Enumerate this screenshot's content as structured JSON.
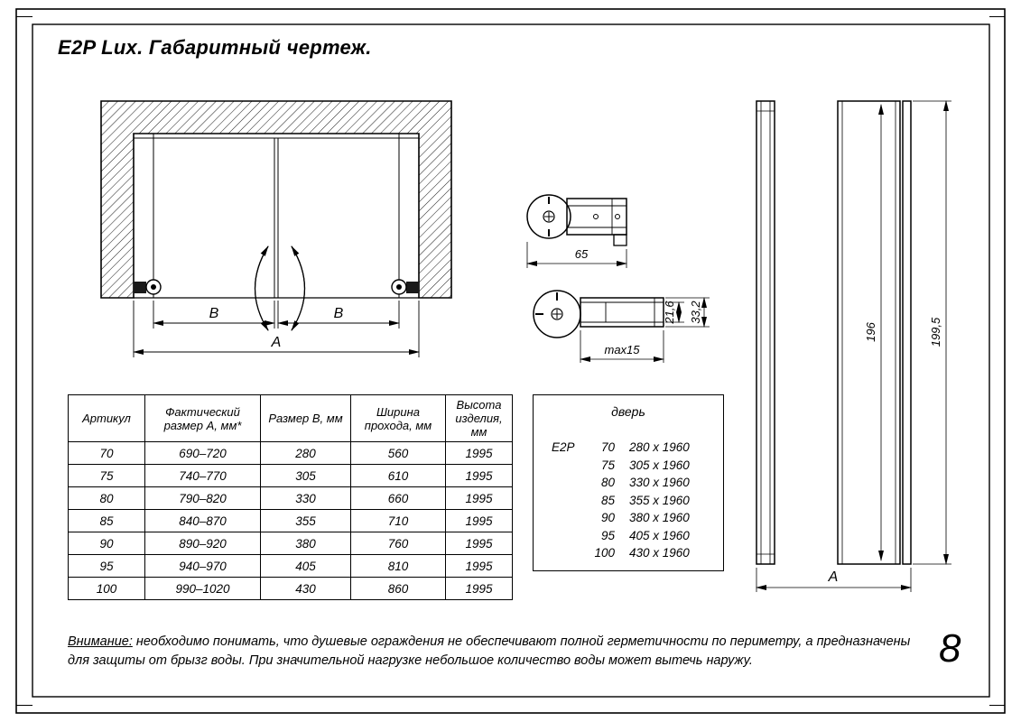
{
  "title": "E2P Lux. Габаритный чертеж.",
  "front_view": {
    "dim_b_left": "B",
    "dim_b_right": "B",
    "dim_a": "A"
  },
  "profile_top": {
    "width": "65"
  },
  "profile_bottom": {
    "depth_inner": "21,6",
    "depth_outer": "33,2",
    "max_label": "max15"
  },
  "side_view": {
    "height_door": "196",
    "height_total": "199,5",
    "dim_a": "A"
  },
  "main_table": {
    "headers": {
      "article": "Артикул",
      "actual_size": "Фактический\nразмер А, мм*",
      "size_b": "Размер В, мм",
      "passage_width": "Ширина\nпрохода, мм",
      "product_height": "Высота\nизделия,\nмм"
    },
    "rows": [
      {
        "article": "70",
        "size_a": "690–720",
        "size_b": "280",
        "passage": "560",
        "height": "1995"
      },
      {
        "article": "75",
        "size_a": "740–770",
        "size_b": "305",
        "passage": "610",
        "height": "1995"
      },
      {
        "article": "80",
        "size_a": "790–820",
        "size_b": "330",
        "passage": "660",
        "height": "1995"
      },
      {
        "article": "85",
        "size_a": "840–870",
        "size_b": "355",
        "passage": "710",
        "height": "1995"
      },
      {
        "article": "90",
        "size_a": "890–920",
        "size_b": "380",
        "passage": "760",
        "height": "1995"
      },
      {
        "article": "95",
        "size_a": "940–970",
        "size_b": "405",
        "passage": "810",
        "height": "1995"
      },
      {
        "article": "100",
        "size_a": "990–1020",
        "size_b": "430",
        "passage": "860",
        "height": "1995"
      }
    ]
  },
  "door_table": {
    "title": "дверь",
    "brand": "E2P",
    "rows": [
      {
        "size": "70",
        "dims": "280 x 1960"
      },
      {
        "size": "75",
        "dims": "305 x 1960"
      },
      {
        "size": "80",
        "dims": "330 x 1960"
      },
      {
        "size": "85",
        "dims": "355 x 1960"
      },
      {
        "size": "90",
        "dims": "380 x 1960"
      },
      {
        "size": "95",
        "dims": "405 x 1960"
      },
      {
        "size": "100",
        "dims": "430 x 1960"
      }
    ]
  },
  "note": {
    "label": "Внимание:",
    "text1": " необходимо понимать, что душевые ограждения не обеспечивают полной герметичности по периметру, а предназначены",
    "text2": "для защиты от брызг воды. При значительной нагрузке небольшое количество воды может вытечь наружу."
  },
  "page_number": "8"
}
